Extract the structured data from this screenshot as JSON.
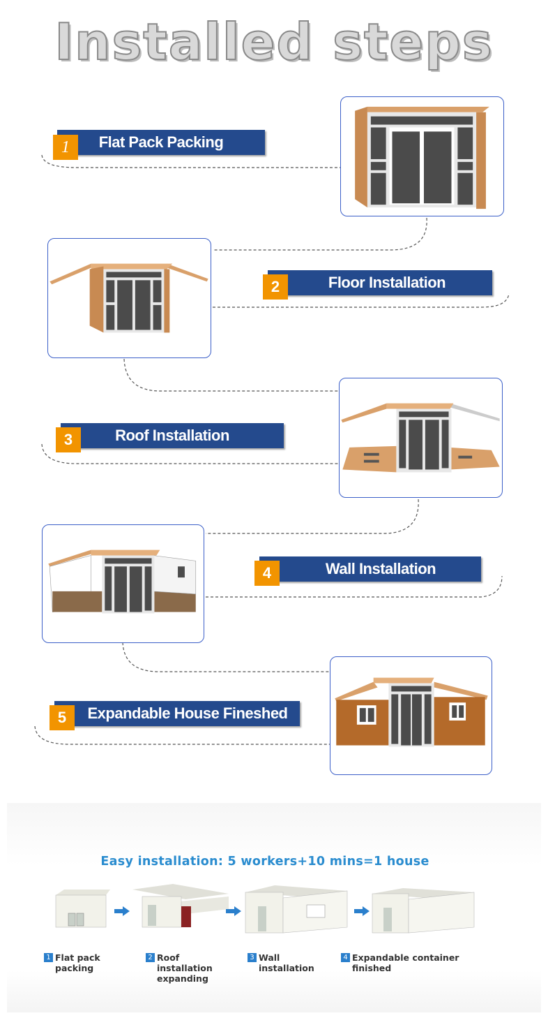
{
  "title": "Installed steps",
  "steps": [
    {
      "number": "1",
      "label": "Flat Pack Packing"
    },
    {
      "number": "2",
      "label": "Floor Installation"
    },
    {
      "number": "3",
      "label": "Roof Installation"
    },
    {
      "number": "4",
      "label": "Wall Installation"
    },
    {
      "number": "5",
      "label": "Expandable House Fineshed"
    }
  ],
  "summary": {
    "headline": "Easy installation: 5 workers+10 mins=1 house",
    "items": [
      {
        "number": "1",
        "label": "Flat pack packing"
      },
      {
        "number": "2",
        "label": "Roof installation expanding"
      },
      {
        "number": "3",
        "label": "Wall installation"
      },
      {
        "number": "4",
        "label": "Expandable container finished"
      }
    ]
  },
  "colors": {
    "banner": "#244a8d",
    "badge": "#f29400",
    "frame": "#3b5fc8",
    "accent": "#2a8ccf"
  }
}
